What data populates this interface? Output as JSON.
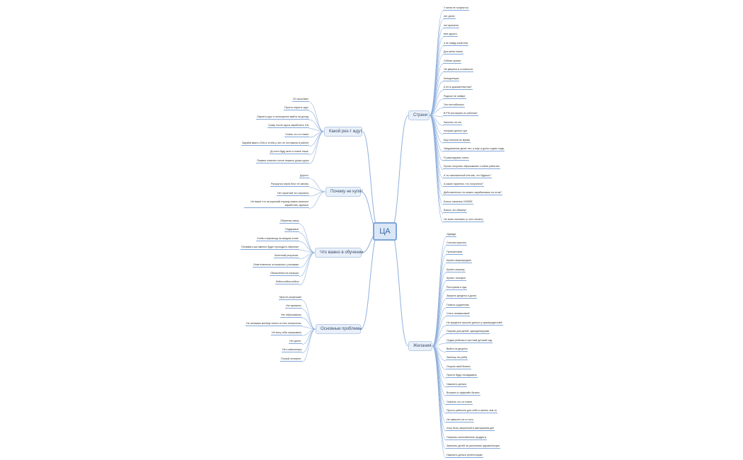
{
  "root": "ЦА",
  "right": [
    {
      "id": "strahi",
      "label": "Страхи",
      "items": [
        "У меня не получится",
        "нет денег",
        "нет времени",
        "мне дорого",
        "я не найду клиентов",
        "Для меня темно",
        "Сейчас кризис",
        "Не уверена в готовности",
        "Конкуренция",
        "А есть доказательства?",
        "Родные не поймут",
        "Это нестабильно",
        "В РФ инстаграм не работает",
        "Законно ли это",
        "потеряю деньги зря",
        "Еще непонятое время",
        "Уведомление денег нет, а еще и долги отдать надо",
        "Я разочаруюсь опять",
        "Лучше получить образование и пойти работать",
        "А ты самозанятый или как, что будешь?",
        "А какие гарантии, что получится?",
        "Действительно ли можно зарабатывать на этом?",
        "Боюсь начинать НОВОЕ",
        "Боюсь что обманут",
        "Не знаю начинать (с чего начать)"
      ]
    },
    {
      "id": "zhelania",
      "label": "Желания",
      "items": [
        "Одежда",
        "Салоны красоты",
        "Путешествия",
        "Купить квартиру/дом",
        "Купить машину",
        "Купить телефон",
        "Рестораны и еда",
        "Закрыть кредиты и долги",
        "Помочь родителям",
        "Стать независимой",
        "Не придется просить деньги у мужа/родителей",
        "Покупки для детей: одежда/игрушки",
        "Отдам ребенка в частный детский сад",
        "Выйти из декрета",
        "Заплачу на учебу",
        "Открою свой бизнес",
        "Просто буду откладывать",
        "Накопить деньги",
        "Вложить в оффлайн бизнес",
        "Освоить что-то новое",
        "Просто работать для себя и занять чем-то",
        "Не зависеть ни от кого",
        "Хочу быть уверенной в завтрашнем дне",
        "Покупать качественные продукты",
        "Записать детей на различные кружки/секции",
        "Накопить деньги репетиторам"
      ]
    }
  ],
  "left": [
    {
      "id": "rezultat",
      "label": "Какой рез-т ждут",
      "items": [
        "20 тысяч/мес",
        "Просто изучить курс",
        "Окупить курс и полноценно выйти на доход",
        "Сразу после курса заработать 10к",
        "Узнать что-то новое",
        "Зарабатывать 100к и чтобы у них не отставали в работе",
        "До кота буду жить в новое наше",
        "Первые клиенты после первого урока курса"
      ]
    },
    {
      "id": "ne_kupyat",
      "label": "Почему не купят",
      "items": [
        "Дорого",
        "Раскрутка через блог не заново",
        "Нет гарантий что окупится",
        "Не верят что за короткий период можно реально заработать крупные"
      ]
    },
    {
      "id": "obuchenie",
      "label": "Что важно в обучении",
      "items": [
        "Обратная связь",
        "Поддержка",
        "Чтобы сопровожд на каждом этапе",
        "Понимать как именно будет проходить обучение",
        "Конечный результат",
        "Ответственное отношение к ученикам",
        "Обьяснения на пальцах",
        "Кейсы кейсы кейсы"
      ]
    },
    {
      "id": "problemy",
      "label": "Основные проблемы",
      "items": [
        "Муж не разрешает",
        "Нет времени",
        "Нет образования",
        "Не понимаю вообще ничего в этих интернетах",
        "Не могу себя показывать",
        "Нет денег",
        "Нет компьютера",
        "Плохой интернет"
      ]
    }
  ]
}
